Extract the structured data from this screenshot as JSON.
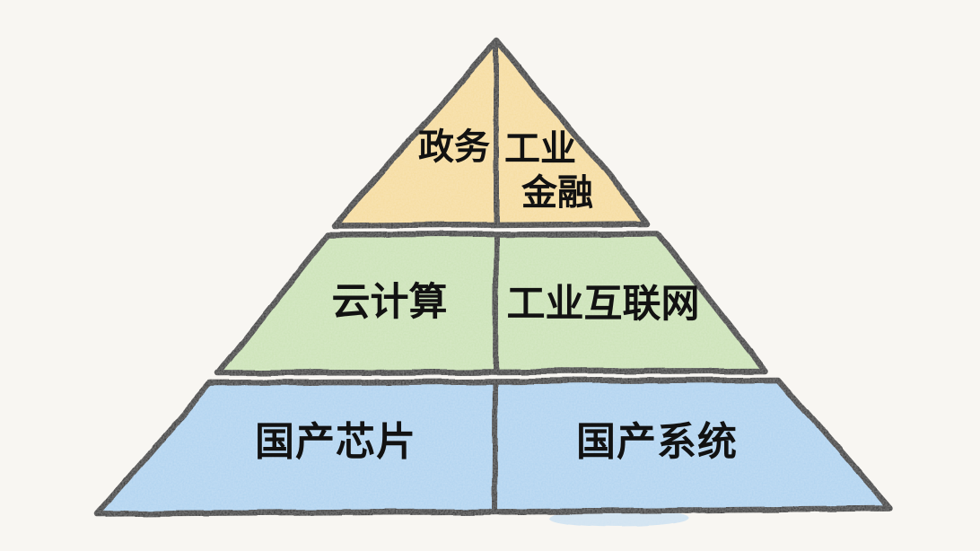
{
  "pyramid": {
    "type": "pyramid-diagram",
    "style": "hand-drawn-crayon",
    "background_color": "#f8f6f2",
    "outline_color": "#1c1c1c",
    "divider_color": "#1c1c1c",
    "text_color": "#121212",
    "tiers": [
      {
        "position": "top",
        "fill": "#f6dc9b",
        "left_cell": "政务",
        "right_cell_line1": "工业",
        "right_cell_line2": "金融"
      },
      {
        "position": "middle",
        "fill": "#cbe2b5",
        "left_cell": "云计算",
        "right_cell": "工业互联网"
      },
      {
        "position": "bottom",
        "fill": "#afd3f0",
        "left_cell": "国产芯片",
        "right_cell": "国产系统"
      }
    ]
  }
}
